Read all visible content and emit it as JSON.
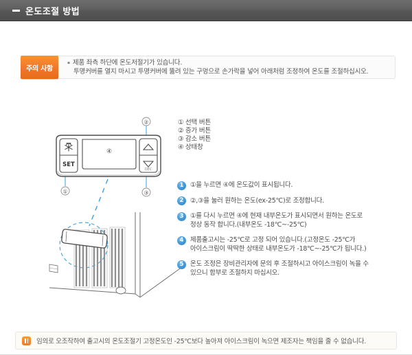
{
  "header": {
    "title": "온도조절 방법",
    "dash_icon": "horizontal-dash-icon"
  },
  "notice": {
    "badge_label": "주의 사항",
    "line1": "제품 좌측 하단에 온도저절기가 있습니다.",
    "line2": "투명커버를 열지 마시고 투명커버에 뚫려 있는 구멍으로 손가락을 넣어 아래처럼 조정하여 온도를 조절하십시오."
  },
  "panel": {
    "snowflake_icon": "snowflake-icon",
    "set_label": "SET",
    "up_icon": "triangle-up-icon",
    "down_icon": "triangle-down-icon",
    "display_callout": "④",
    "callout_select": "①",
    "callout_increase": "②",
    "callout_decrease": "③"
  },
  "legend": {
    "items": [
      {
        "mark": "①",
        "label": "선택 버튼"
      },
      {
        "mark": "②",
        "label": "증가 버튼"
      },
      {
        "mark": "③",
        "label": "감소 버튼"
      },
      {
        "mark": "④",
        "label": "상태창"
      }
    ]
  },
  "steps": [
    {
      "num": "1",
      "line1": "①을 누르면 ④에 온도값이 표시됩니다.",
      "line2": ""
    },
    {
      "num": "2",
      "line1": "②,③을 눌러 원하는 온도(ex-25℃)로 조정합니다.",
      "line2": ""
    },
    {
      "num": "3",
      "line1": "①를 다시 누르면 ④에 현재 내부온도가 표시되면서 원하는 온도로",
      "line2": "정상 동작 합니다.(내부온도 -18℃~-25℃)"
    },
    {
      "num": "4",
      "line1": "제품출고시는 -25℃로 고정 되어 있습니다.(고정온도 -25℃가",
      "line2": "아이스크림이 딱딱한 상태로 내부온도가 -18℃~-25℃가 됩니다.)"
    },
    {
      "num": "5",
      "line1": "온도 조정은 장비관리자에 문의 후 조절하시고 아이스크림이 녹을 수",
      "line2": "있으니 함부로 조절하지 마십시오."
    }
  ],
  "caution": {
    "icon": "pause-warning-icon",
    "text": "임의로 오조작하여 출고시의 온도조절기 고정온도인 -25℃보다 높아져 아이스크림이 녹으면 제조자는 책임을 줄 수 없습니다."
  },
  "colors": {
    "header_gray": "#5f5f5f",
    "accent_orange": "#ef7c26",
    "step_blue": "#3f95d6",
    "line_gray": "#4c4c4c",
    "highlight_blue": "#3aa0dd"
  }
}
